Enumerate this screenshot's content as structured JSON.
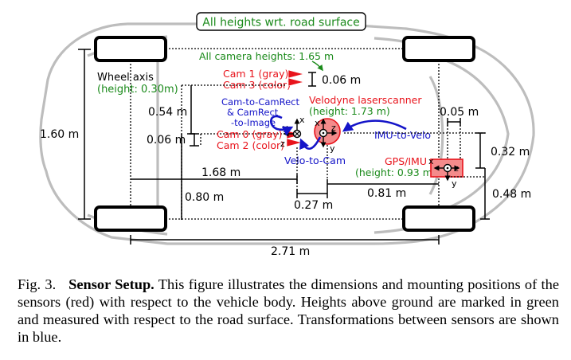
{
  "header": {
    "label": "All heights wrt. road surface"
  },
  "labels": {
    "wheel_axis": "Wheel axis",
    "wheel_axis_height": "(height: 0.30m)",
    "all_camera_heights": "All camera heights: 1.65 m",
    "cam1": "Cam 1 (gray)",
    "cam3": "Cam 3 (color)",
    "cam0": "Cam 0 (gray)",
    "cam2": "Cam 2 (color)",
    "velodyne": "Velodyne laserscanner",
    "velodyne_height": "(height: 1.73 m)",
    "gps_imu": "GPS/IMU",
    "gps_imu_height": "(height: 0.93 m)",
    "cam_to_camrect_1": "Cam-to-CamRect",
    "cam_to_camrect_2": "& CamRect",
    "cam_to_camrect_3": "-to-Image",
    "velo_to_cam": "Velo-to-Cam",
    "imu_to_velo": "IMU-to-Velo"
  },
  "axes": {
    "x": "x",
    "y": "y",
    "z": "z"
  },
  "dimensions": {
    "height_160": "1.60 m",
    "gap_054": "0.54 m",
    "gap_006_cam": "0.06 m",
    "gap_006_left": "0.06 m",
    "gap_005": "0.05 m",
    "gap_032": "0.32 m",
    "gap_048": "0.48 m",
    "len_168": "1.68 m",
    "len_080": "0.80 m",
    "len_081": "0.81 m",
    "len_027": "0.27 m",
    "len_271": "2.71 m"
  },
  "caption": {
    "prefix": "Fig. 3.",
    "title": "Sensor Setup.",
    "body": "This figure illustrates the dimensions and mounting positions of the sensors (red) with respect to the vehicle body. Heights above ground are marked in green and measured with respect to the road surface. Transformations between sensors are shown in blue."
  },
  "colors": {
    "sensor": "#e8131b",
    "height": "#1a8a1a",
    "transform": "#1414c8",
    "car_outline": "#bdbdbd"
  }
}
